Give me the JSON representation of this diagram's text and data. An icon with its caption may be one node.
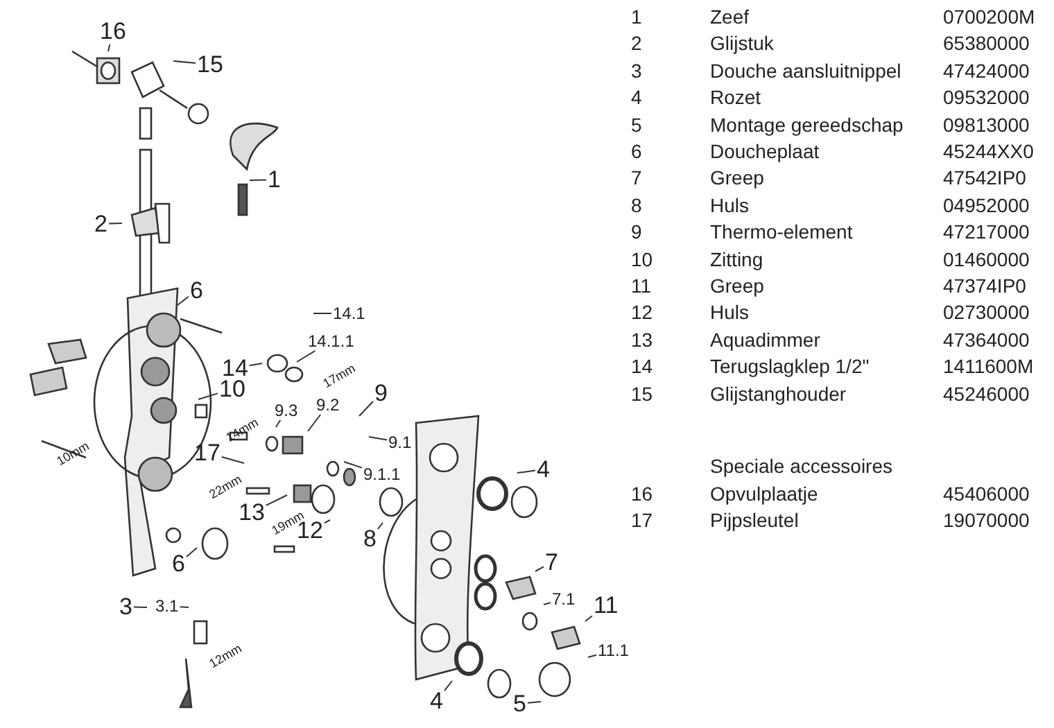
{
  "diagram": {
    "nodes": [
      {
        "text": [
          "16"
        ]
      },
      {
        "text": [
          "15"
        ]
      },
      {
        "text": [
          "1"
        ]
      },
      {
        "text": [
          "2"
        ]
      },
      {
        "text": [
          "6"
        ]
      },
      {
        "text": [
          "14.1"
        ]
      },
      {
        "text": [
          "14.1.1"
        ]
      },
      {
        "text": [
          "14"
        ]
      },
      {
        "text": [
          "10"
        ]
      },
      {
        "text": [
          "9"
        ]
      },
      {
        "text": [
          "9.3"
        ]
      },
      {
        "text": [
          "9.2"
        ]
      },
      {
        "text": [
          "17"
        ]
      },
      {
        "text": [
          "9.1"
        ]
      },
      {
        "text": [
          "9.1.1"
        ]
      },
      {
        "text": [
          "13"
        ]
      },
      {
        "text": [
          "12"
        ]
      },
      {
        "text": [
          "8"
        ]
      },
      {
        "text": [
          "4"
        ]
      },
      {
        "text": [
          "6"
        ]
      },
      {
        "text": [
          "3"
        ]
      },
      {
        "text": [
          "3.1"
        ]
      },
      {
        "text": [
          "7"
        ]
      },
      {
        "text": [
          "7.1"
        ]
      },
      {
        "text": [
          "11"
        ]
      },
      {
        "text": [
          "11.1"
        ]
      },
      {
        "text": [
          "4"
        ]
      },
      {
        "text": [
          "5"
        ]
      }
    ],
    "edges": [
      {
        "from": 0,
        "to": null,
        "arrow": "none"
      },
      {
        "from": 1,
        "to": null,
        "arrow": "none"
      },
      {
        "from": 2,
        "to": null,
        "arrow": "none"
      },
      {
        "from": 3,
        "to": null,
        "arrow": "none"
      },
      {
        "from": 4,
        "to": null,
        "arrow": "none"
      },
      {
        "from": 5,
        "to": null,
        "arrow": "none"
      },
      {
        "from": 6,
        "to": null,
        "arrow": "none"
      },
      {
        "from": 7,
        "to": null,
        "arrow": "none"
      },
      {
        "from": 8,
        "to": null,
        "arrow": "none"
      },
      {
        "from": 9,
        "to": null,
        "arrow": "none"
      },
      {
        "from": 10,
        "to": null,
        "arrow": "none"
      },
      {
        "from": 11,
        "to": null,
        "arrow": "none"
      },
      {
        "from": 12,
        "to": null,
        "arrow": "none"
      },
      {
        "from": 13,
        "to": null,
        "arrow": "none"
      },
      {
        "from": 14,
        "to": null,
        "arrow": "none"
      },
      {
        "from": 15,
        "to": null,
        "arrow": "none"
      },
      {
        "from": 16,
        "to": null,
        "arrow": "none"
      },
      {
        "from": 17,
        "to": null,
        "arrow": "none"
      },
      {
        "from": 18,
        "to": null,
        "arrow": "none"
      },
      {
        "from": 19,
        "to": null,
        "arrow": "none"
      },
      {
        "from": 20,
        "to": null,
        "arrow": "none"
      },
      {
        "from": 21,
        "to": null,
        "arrow": "none"
      },
      {
        "from": 22,
        "to": null,
        "arrow": "none"
      },
      {
        "from": 23,
        "to": null,
        "arrow": "none"
      },
      {
        "from": 24,
        "to": null,
        "arrow": "none"
      },
      {
        "from": 25,
        "to": null,
        "arrow": "none"
      },
      {
        "from": 26,
        "to": null,
        "arrow": "none"
      },
      {
        "from": 27,
        "to": null,
        "arrow": "none"
      }
    ],
    "labels": [
      "17mm",
      "14mm",
      "10mm",
      "22mm",
      "19mm",
      "12mm",
      "1",
      "Zeef",
      "0700200M",
      "2",
      "Glijstuk",
      "65380000",
      "3",
      "Douche aansluitnippel",
      "47424000",
      "4",
      "Rozet",
      "09532000",
      "5",
      "Montage gereedschap",
      "09813000",
      "6",
      "Doucheplaat",
      "45244XX0",
      "7",
      "Greep",
      "47542IP0",
      "8",
      "Huls",
      "04952000",
      "9",
      "Thermo-element",
      "47217000",
      "10",
      "Zitting",
      "01460000",
      "11",
      "Greep",
      "47374IP0",
      "12",
      "Huls",
      "02730000",
      "13",
      "Aquadimmer",
      "47364000",
      "14",
      "Terugslagklep 1/2\"",
      "1411600M",
      "15",
      "Glijstanghouder",
      "45246000",
      "Speciale accessoires",
      "16",
      "Opvulplaatje",
      "45406000",
      "17",
      "Pijpsleutel",
      "19070000"
    ]
  }
}
